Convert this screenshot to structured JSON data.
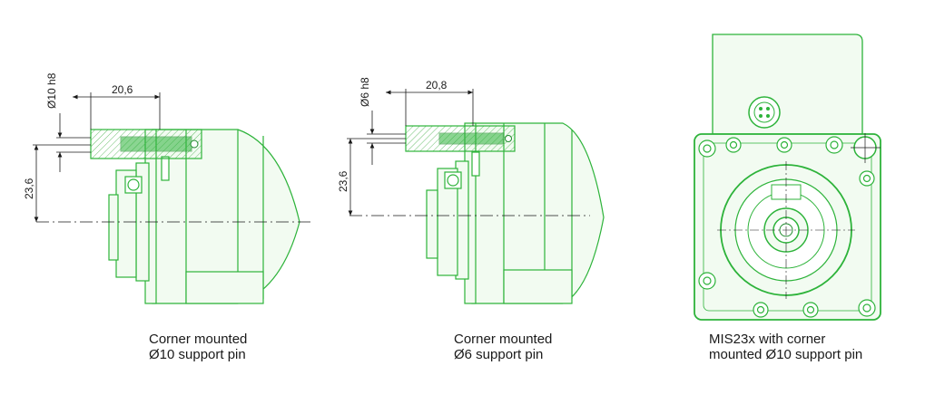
{
  "colors": {
    "outline": "#2db33a",
    "outline_dark": "#1f8a2c",
    "fill": "#f2fbf1",
    "hatch": "#6cc06f",
    "dimension": "#1a1a1a"
  },
  "figures": [
    {
      "caption_line1": "Corner mounted",
      "caption_line2": "Ø10 support pin",
      "dims": {
        "diameter": "Ø10 h8",
        "length": "20,6",
        "height": "23,6"
      }
    },
    {
      "caption_line1": "Corner mounted",
      "caption_line2": "Ø6 support pin",
      "dims": {
        "diameter": "Ø6 h8",
        "length": "20,8",
        "height": "23,6"
      }
    },
    {
      "caption_line1": "MIS23x with corner",
      "caption_line2": "mounted Ø10 support pin"
    }
  ]
}
